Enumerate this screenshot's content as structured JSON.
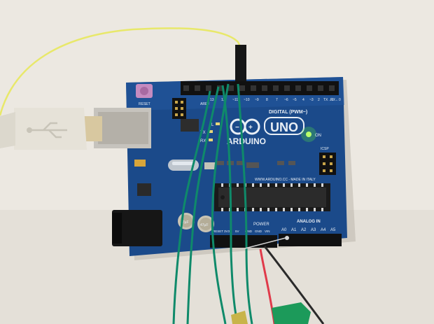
{
  "board": {
    "model_text": "UNO",
    "brand_text": "ARDUINO",
    "digital_label": "DIGITAL (PWM~)",
    "made_in_text": "WWW.ARDUINO.CC - MADE IN ITALY",
    "power_label": "POWER",
    "analog_label": "ANALOG IN",
    "on_label": "ON",
    "icsp_label": "ICSP",
    "tx_label": "TX",
    "rx_label": "RX",
    "l_label": "L",
    "reset_label": "RESET",
    "aref_label": "AREF",
    "power_pins": [
      "RESET",
      "3V3",
      "5V",
      "GND",
      "GND",
      "VIN"
    ],
    "analog_pins": [
      "A0",
      "A1",
      "A2",
      "A3",
      "A4",
      "A5"
    ],
    "digital_pins": [
      "13",
      "12",
      "~11",
      "~10",
      "~9",
      "8",
      "7",
      "~6",
      "~5",
      "4",
      "~3",
      "2",
      "TX→1",
      "RX←0"
    ],
    "led_on_color": "#5dff3a"
  },
  "scene": {
    "background_color": "#ece8e1",
    "board_color": "#1b4a8a",
    "usb_cable_color": "#e6e2d8",
    "yellow_wire_color": "#e8e86a",
    "green_wire_color": "#0f8a6a",
    "red_wire_color": "#e03a4a",
    "black_wire_color": "#2a2a2a"
  }
}
